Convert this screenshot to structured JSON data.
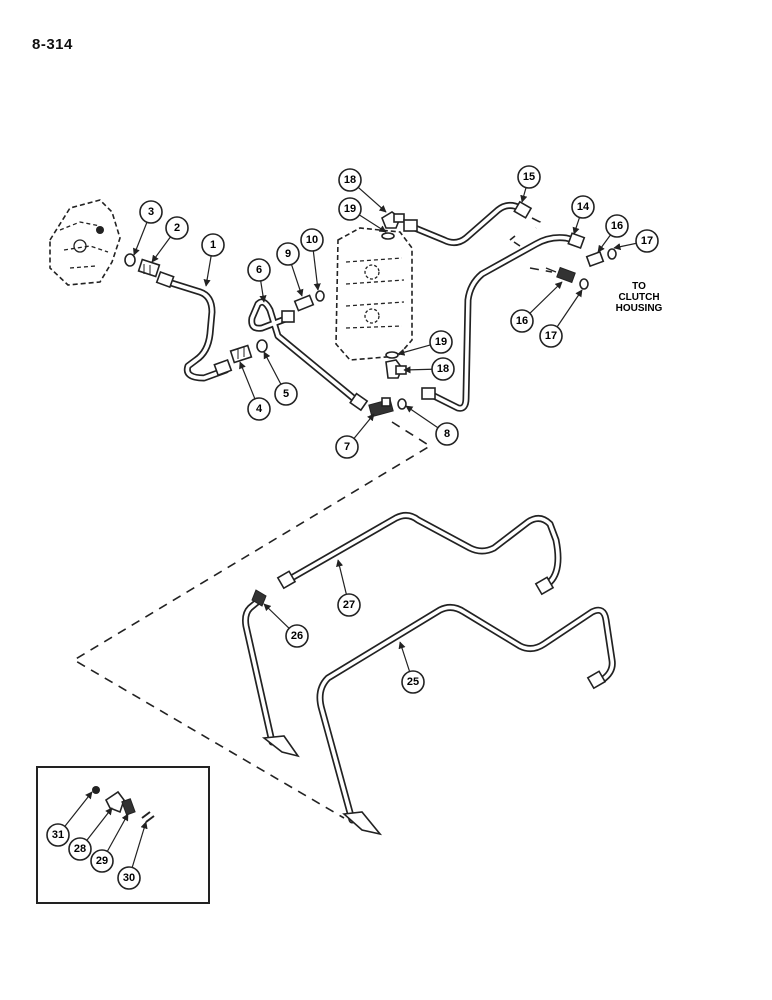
{
  "page": {
    "number": "8-314"
  },
  "note": {
    "line1": "TO",
    "line2": "CLUTCH",
    "line3": "HOUSING"
  },
  "callouts": [
    "1",
    "2",
    "3",
    "4",
    "5",
    "6",
    "7",
    "8",
    "9",
    "10",
    "14",
    "15",
    "16",
    "17",
    "18",
    "19",
    "25",
    "26",
    "27",
    "28",
    "29",
    "30",
    "31"
  ]
}
